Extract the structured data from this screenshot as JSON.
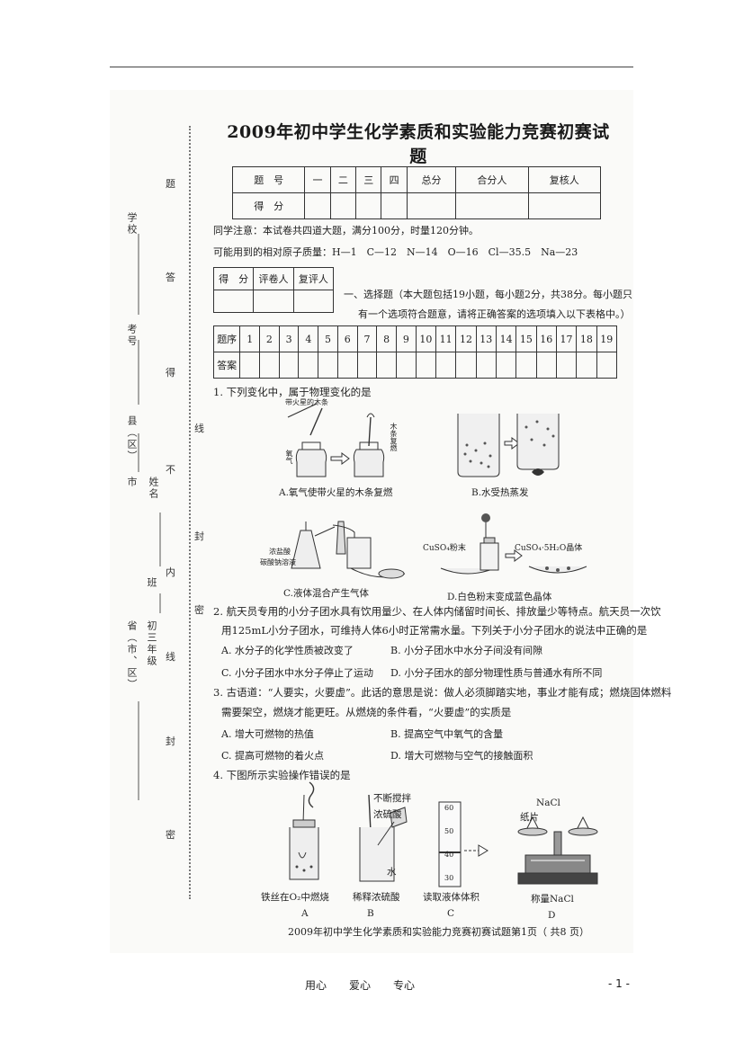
{
  "title": "2009年初中学生化学素质和实验能力竞赛初赛试题",
  "binding": {
    "school": "学校",
    "question_mark": "题",
    "answer_mark": "答",
    "exam_no": "考号",
    "must_mark": "得",
    "county": "县（区）",
    "city": "市",
    "name": "姓名",
    "not_mark": "不",
    "seal": "封",
    "line_mark": "线",
    "province": "省（市、区）",
    "grade": "初三年级",
    "class": "班",
    "inside": "内",
    "secret": "密",
    "line2": "线",
    "seal2": "封",
    "secret2": "密"
  },
  "score_table": {
    "headers": [
      "题　号",
      "一",
      "二",
      "三",
      "四",
      "总分",
      "合分人",
      "复核人"
    ],
    "row2_label": "得　分"
  },
  "notice": "同学注意：本试卷共四道大题，满分100分，时量120分钟。",
  "atomic_mass": "可能用到的相对原子质量：H—1　C—12　N—14　O—16　Cl—35.5　Na—23",
  "grader_table": {
    "headers": [
      "得　分",
      "评卷人",
      "复评人"
    ]
  },
  "section1": {
    "line1": "一、选择题（本大题包括19小题，每小题2分，共38分。每小题只",
    "line2": "有一个选项符合题意，请将正确答案的选项填入以下表格中。）"
  },
  "answer_table": {
    "label1": "题序",
    "numbers": [
      "1",
      "2",
      "3",
      "4",
      "5",
      "6",
      "7",
      "8",
      "9",
      "10",
      "11",
      "12",
      "13",
      "14",
      "15",
      "16",
      "17",
      "18",
      "19"
    ],
    "label2": "答案"
  },
  "q1": {
    "stem": "1. 下列变化中，属于物理变化的是",
    "fig_a_label": "带火星的木条",
    "fig_a_label2": "木条复燃",
    "fig_a_label3": "氧气",
    "a": "A.氧气使带火星的木条复燃",
    "b": "B.水受热蒸发",
    "c_label1": "浓盐酸",
    "c_label2": "碳酸钠溶液",
    "c": "C.液体混合产生气体",
    "d_label1": "CuSO₄粉末",
    "d_label2": "CuSO₄·5H₂O晶体",
    "d": "D.白色粉末变成蓝色晶体"
  },
  "q2": {
    "line1": "2. 航天员专用的小分子团水具有饮用量少、在人体内储留时间长、排放量少等特点。航天员一次饮",
    "line2": "用125mL小分子团水，可维持人体6小时正常需水量。下列关于小分子团水的说法中正确的是",
    "a": "A. 水分子的化学性质被改变了",
    "b": "B. 小分子团水中水分子间没有间隙",
    "c": "C. 小分子团水中水分子停止了运动",
    "d": "D. 小分子团水的部分物理性质与普通水有所不同"
  },
  "q3": {
    "line1": "3. 古语道：“人要实，火要虚”。此话的意思是说：做人必须脚踏实地，事业才能有成；燃烧固体燃料",
    "line2": "需要架空，燃烧才能更旺。从燃烧的条件看，“火要虚”的实质是",
    "a": "A. 增大可燃物的热值",
    "b": "B. 提高空气中氧气的含量",
    "c": "C. 提高可燃物的着火点",
    "d": "D. 增大可燃物与空气的接触面积"
  },
  "q4": {
    "stem": "4. 下图所示实验操作错误的是",
    "b_label1": "不断搅拌",
    "b_label2": "浓硫酸",
    "b_label3": "水",
    "c_ticks": [
      "60",
      "50",
      "40",
      "30"
    ],
    "d_label1": "NaCl",
    "d_label2": "纸片",
    "cap_a": "铁丝在O₂中燃烧",
    "cap_b": "稀释浓硫酸",
    "cap_c": "读取液体体积",
    "cap_d": "称量NaCl",
    "letter_a": "A",
    "letter_b": "B",
    "letter_c": "C",
    "letter_d": "D"
  },
  "footer": {
    "exam_page": "2009年初中学生化学素质和实验能力竞赛初赛试题第1页（ 共8 页）",
    "slogan1": "用心",
    "slogan2": "爱心",
    "slogan3": "专心",
    "page": "- 1 -"
  }
}
